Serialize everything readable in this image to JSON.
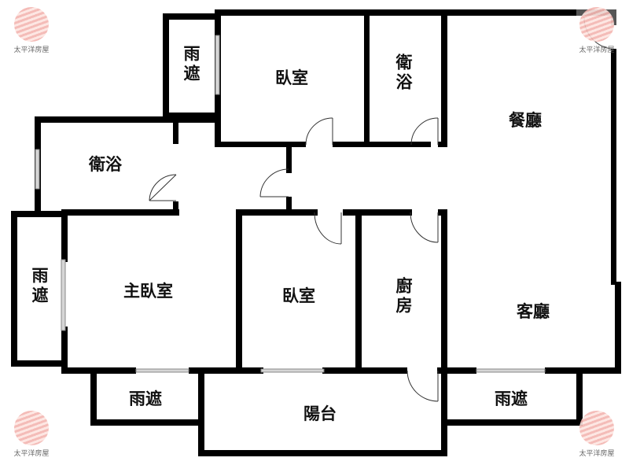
{
  "diagram": {
    "type": "floor-plan",
    "wall_color": "#000000",
    "window_color": "#bbbbbb",
    "background": "#ffffff"
  },
  "rooms": {
    "bedroom_top": "臥室",
    "bathroom_top": "衛浴",
    "dining_room": "餐廳",
    "rain_shelter_top": "雨遮",
    "bathroom_left": "衛浴",
    "rain_shelter_left": "雨遮",
    "master_bedroom": "主臥室",
    "bedroom_middle": "臥室",
    "kitchen": "廚房",
    "living_room": "客廳",
    "rain_shelter_bottom_left": "雨遮",
    "balcony": "陽台",
    "rain_shelter_bottom_right": "雨遮"
  },
  "watermark": {
    "text": "太平洋房屋",
    "color": "#f3b5b0"
  }
}
